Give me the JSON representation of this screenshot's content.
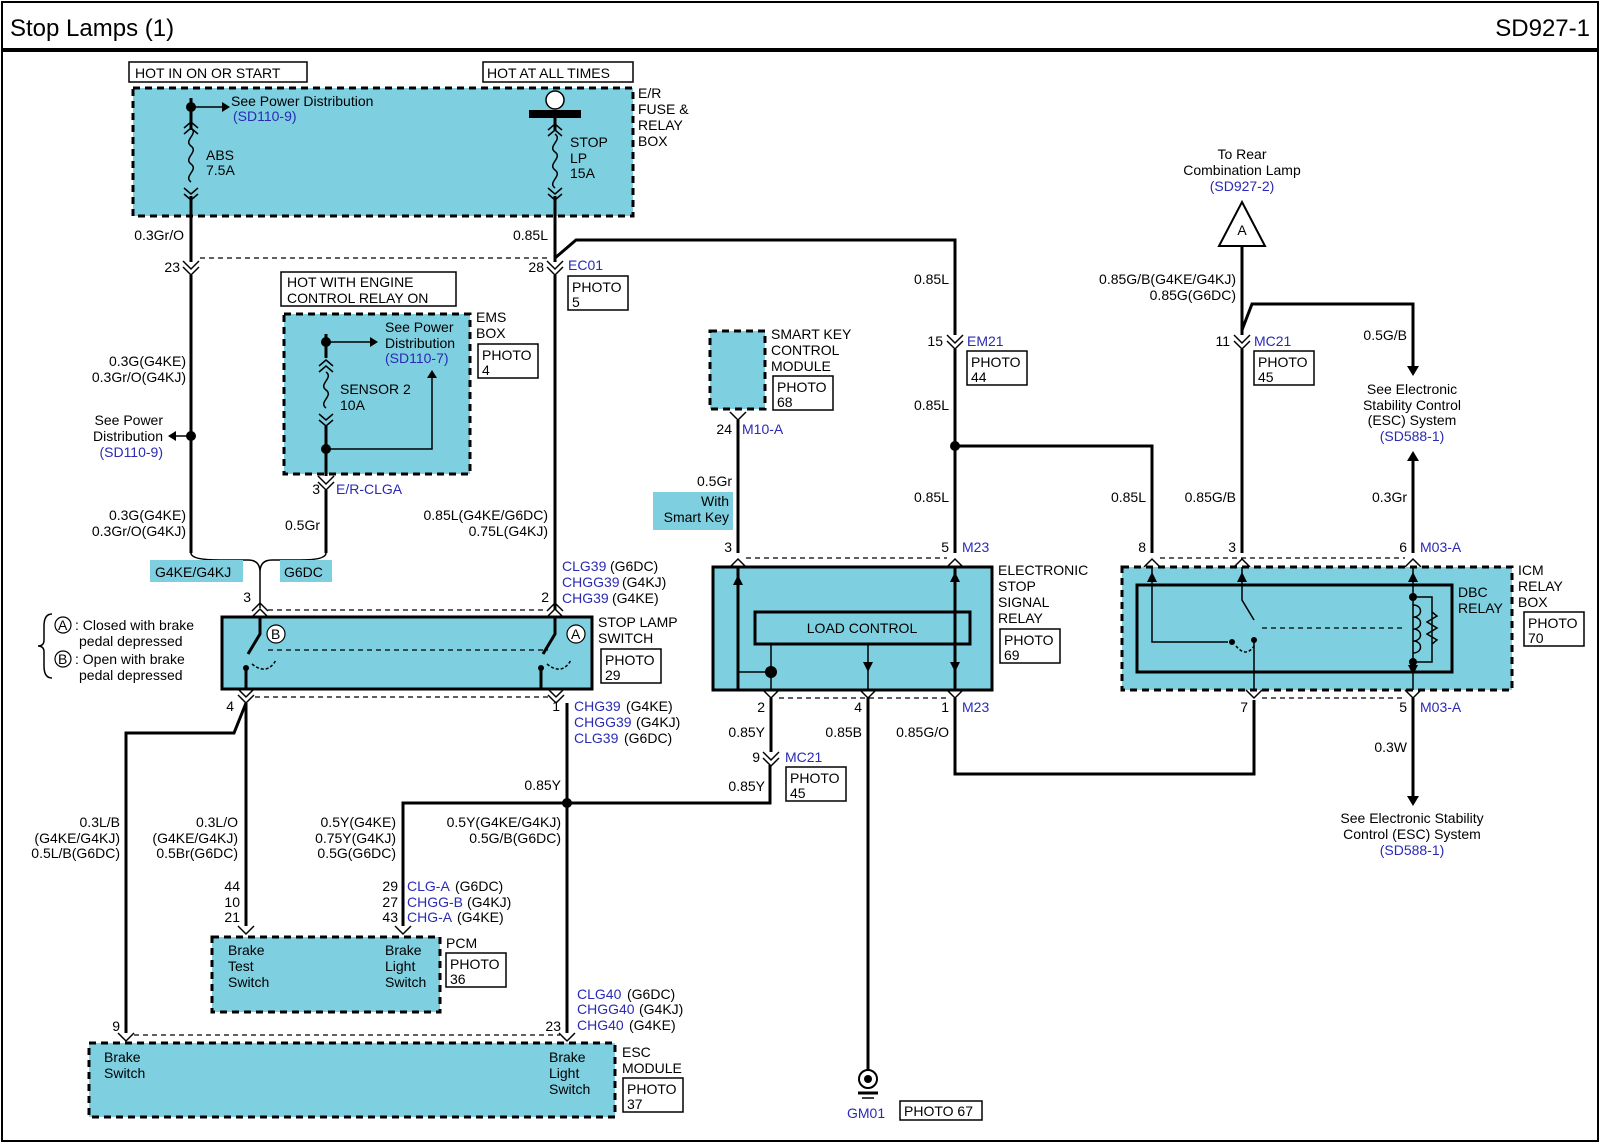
{
  "header": {
    "title": "Stop Lamps (1)",
    "code": "SD927-1"
  },
  "labels": {
    "hot_on_start": "HOT IN ON OR START",
    "hot_all_times": "HOT AT ALL TIMES",
    "hot_engine_relay_1": "HOT WITH ENGINE",
    "hot_engine_relay_2": "CONTROL RELAY ON",
    "see_power_dist": "See Power Distribution",
    "sd110_9": "(SD110-9)",
    "abs": "ABS",
    "abs_amp": "7.5A",
    "stop_lp_1": "STOP",
    "stop_lp_2": "LP",
    "stop_lp_3": "15A",
    "er_fuse_1": "E/R",
    "er_fuse_2": "FUSE &",
    "er_fuse_3": "RELAY",
    "er_fuse_4": "BOX",
    "ems_see_1": "See Power",
    "ems_see_2": "Distribution",
    "sd110_7": "(SD110-7)",
    "sensor2": "SENSOR 2",
    "sensor2_amp": "10A",
    "ems_box_1": "EMS",
    "ems_box_2": "BOX",
    "photo": "PHOTO",
    "photo_4": "4",
    "photo_5": "5",
    "photo_29": "29",
    "photo_36": "36",
    "photo_37": "37",
    "photo_44": "44",
    "photo_45": "45",
    "photo_45b": "45",
    "photo_45c": "45",
    "photo_68": "68",
    "photo_69": "69",
    "photo_70": "70",
    "photo_67": "PHOTO 67",
    "see_power_left_1": "See Power",
    "see_power_left_2": "Distribution",
    "ec01": "EC01",
    "er_clga": "E/R-CLGA",
    "em21": "EM21",
    "mc21": "MC21",
    "m10a": "M10-A",
    "m23": "M23",
    "m03a": "M03-A",
    "gm01": "GM01",
    "w_03gro": "0.3Gr/O",
    "w_085l": "0.85L",
    "w_03g_g4ke": "0.3G(G4KE)",
    "w_03gro_g4kj": "0.3Gr/O(G4KJ)",
    "w_05gr": "0.5Gr",
    "w_085l_g4ke_g6dc": "0.85L(G4KE/G6DC)",
    "w_075l_g4kj": "0.75L(G4KJ)",
    "w_085y": "0.85Y",
    "w_085b": "0.85B",
    "w_085go": "0.85G/O",
    "w_085gb_g4ke_g4kj": "0.85G/B(G4KE/G4KJ)",
    "w_085g_g6dc": "0.85G(G6DC)",
    "w_05gb": "0.5G/B",
    "w_085gb": "0.85G/B",
    "w_03gr": "0.3Gr",
    "w_03w": "0.3W",
    "w_03lb": "0.3L/B",
    "w_g4ke_g4kj_paren": "(G4KE/G4KJ)",
    "w_05lb_g6dc": "0.5L/B(G6DC)",
    "w_03lo": "0.3L/O",
    "w_05br_g6dc": "0.5Br(G6DC)",
    "w_05y_g4ke": "0.5Y(G4KE)",
    "w_075y_g4kj": "0.75Y(G4KJ)",
    "w_05g_g6dc": "0.5G(G6DC)",
    "w_05y_g4ke_g4kj": "0.5Y(G4KE/G4KJ)",
    "w_05gb_g6dc": "0.5G/B(G6DC)",
    "g4ke_g4kj": "G4KE/G4KJ",
    "g6dc": "G6DC",
    "with_smart_key_1": "With",
    "with_smart_key_2": "Smart Key",
    "clg39": "CLG39",
    "chgg39": "CHGG39",
    "chg39": "CHG39",
    "g6dc_p": "(G6DC)",
    "g4kj_p": "(G4KJ)",
    "g4ke_p": "(G4KE)",
    "legend_a_1": ": Closed with brake",
    "legend_a_2": "pedal depressed",
    "legend_b_1": ": Open with brake",
    "legend_b_2": "pedal depressed",
    "stop_lamp_switch_1": "STOP LAMP",
    "stop_lamp_switch_2": "SWITCH",
    "smart_key_1": "SMART KEY",
    "smart_key_2": "CONTROL",
    "smart_key_3": "MODULE",
    "load_control": "LOAD CONTROL",
    "ess_relay_1": "ELECTRONIC",
    "ess_relay_2": "STOP",
    "ess_relay_3": "SIGNAL",
    "ess_relay_4": "RELAY",
    "to_rear_1": "To Rear",
    "to_rear_2": "Combination Lamp",
    "sd927_2": "(SD927-2)",
    "conn_a": "A",
    "conn_b": "B",
    "see_esc_1": "See Electronic",
    "see_esc_2": "Stability Control",
    "see_esc_3": "(ESC) System",
    "sd588_1": "(SD588-1)",
    "see_esc_b1": "See Electronic Stability",
    "see_esc_b2": "Control (ESC) System",
    "dbc_relay_1": "DBC",
    "dbc_relay_2": "RELAY",
    "icm_1": "ICM",
    "icm_2": "RELAY",
    "icm_3": "BOX",
    "clg_a": "CLG-A",
    "chgg_b": "CHGG-B",
    "chg_a": "CHG-A",
    "pcm": "PCM",
    "brake_test_1": "Brake",
    "brake_test_2": "Test",
    "brake_test_3": "Switch",
    "brake_light_1": "Brake",
    "brake_light_2": "Light",
    "brake_light_3": "Switch",
    "clg40": "CLG40",
    "chgg40": "CHGG40",
    "chg40": "CHG40",
    "esc_module_1": "ESC",
    "esc_module_2": "MODULE",
    "brake_switch_1": "Brake",
    "brake_switch_2": "Switch"
  },
  "pins": {
    "p23": "23",
    "p28": "28",
    "p3": "3",
    "p2": "2",
    "p4": "4",
    "p1": "1",
    "p15": "15",
    "p11": "11",
    "p24": "24",
    "p5": "5",
    "p8": "8",
    "p6": "6",
    "p7": "7",
    "p9": "9",
    "p44": "44",
    "p10": "10",
    "p21": "21",
    "p29": "29",
    "p27": "27",
    "p43": "43"
  }
}
